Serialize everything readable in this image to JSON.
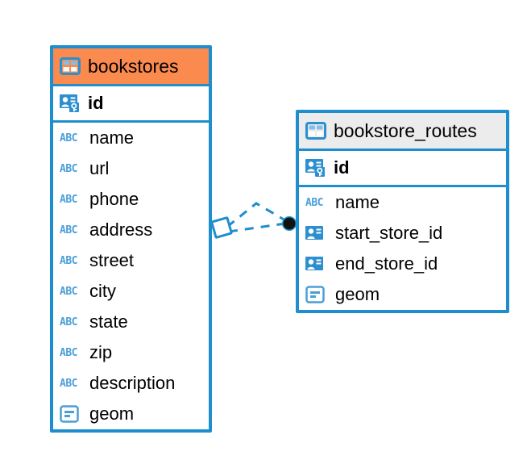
{
  "diagram": {
    "type": "entity-relationship-diagram",
    "background_color": "#ffffff",
    "accent_color": "#1f8ecd",
    "highlight_color": "#fb8a4f",
    "header_plain_color": "#ececec"
  },
  "entities": [
    {
      "name": "bookstores",
      "header_style": "accent",
      "table_icon": "table-icon",
      "primary_key": {
        "label": "id",
        "icon": "primary-key-icon"
      },
      "fields": [
        {
          "label": "name",
          "icon": "text-type-icon",
          "icon_text": "ABC"
        },
        {
          "label": "url",
          "icon": "text-type-icon",
          "icon_text": "ABC"
        },
        {
          "label": "phone",
          "icon": "text-type-icon",
          "icon_text": "ABC"
        },
        {
          "label": "address",
          "icon": "text-type-icon",
          "icon_text": "ABC"
        },
        {
          "label": "street",
          "icon": "text-type-icon",
          "icon_text": "ABC"
        },
        {
          "label": "city",
          "icon": "text-type-icon",
          "icon_text": "ABC"
        },
        {
          "label": "state",
          "icon": "text-type-icon",
          "icon_text": "ABC"
        },
        {
          "label": "zip",
          "icon": "text-type-icon",
          "icon_text": "ABC"
        },
        {
          "label": "description",
          "icon": "text-type-icon",
          "icon_text": "ABC"
        },
        {
          "label": "geom",
          "icon": "geometry-type-icon",
          "icon_text": ""
        }
      ]
    },
    {
      "name": "bookstore_routes",
      "header_style": "plain",
      "table_icon": "table-icon",
      "primary_key": {
        "label": "id",
        "icon": "primary-key-icon"
      },
      "fields": [
        {
          "label": "name",
          "icon": "text-type-icon",
          "icon_text": "ABC"
        },
        {
          "label": "start_store_id",
          "icon": "foreign-key-icon",
          "icon_text": ""
        },
        {
          "label": "end_store_id",
          "icon": "foreign-key-icon",
          "icon_text": ""
        },
        {
          "label": "geom",
          "icon": "geometry-type-icon",
          "icon_text": ""
        }
      ]
    }
  ],
  "relationships": [
    {
      "from_entity": "bookstores",
      "to_entity": "bookstore_routes",
      "source_marker": "diamond-marker",
      "target_marker": "filled-circle-marker",
      "line_style": "dashed",
      "line_color": "#1f8ecd"
    },
    {
      "from_entity": "bookstores",
      "to_entity": "bookstore_routes",
      "source_marker": "diamond-marker",
      "target_marker": "filled-circle-marker",
      "line_style": "dashed",
      "line_color": "#1f8ecd"
    }
  ]
}
